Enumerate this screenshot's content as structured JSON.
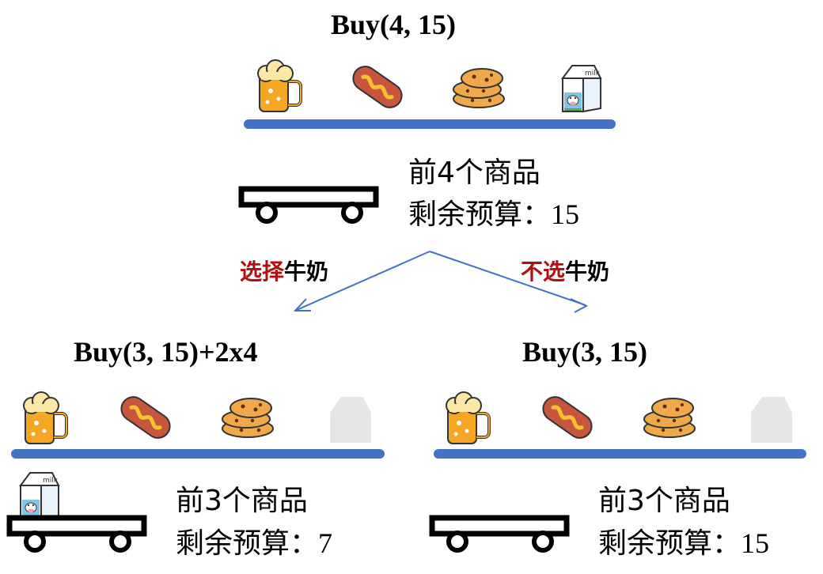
{
  "root": {
    "title": "Buy(4, 15)",
    "info_line1": "前4个商品",
    "info_line2_label": "剩余预算：",
    "info_line2_value": "15"
  },
  "left": {
    "edge_red": "选择",
    "edge_black": "牛奶",
    "title": "Buy(3, 15)+2x4",
    "info_line1": "前3个商品",
    "info_line2_label": "剩余预算：",
    "info_line2_value": "7"
  },
  "right": {
    "edge_red": "不选",
    "edge_black": "牛奶",
    "title": "Buy(3, 15)",
    "info_line1": "前3个商品",
    "info_line2_label": "剩余预算：",
    "info_line2_value": "15"
  },
  "icons": {
    "milk_text": "milk"
  },
  "colors": {
    "shelf": "#4472c4",
    "arrow": "#4472c4",
    "emphasis_red": "#b01010",
    "beer": "#f5a623",
    "foam": "#fbe8a6",
    "sausage": "#c8553d",
    "mustard": "#f2c230",
    "cookie": "#f0a94a",
    "ghost": "#e6e6e6"
  }
}
